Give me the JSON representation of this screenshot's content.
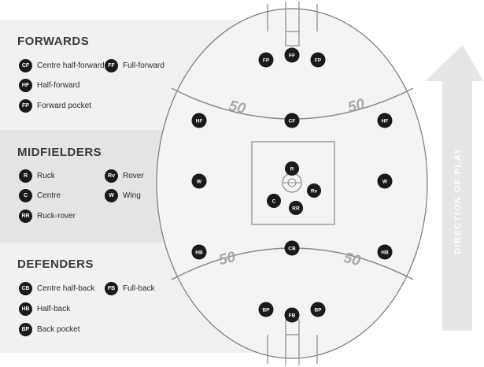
{
  "legend": {
    "forwards": {
      "title": "FORWARDS",
      "items": [
        {
          "code": "CF",
          "label": "Centre half-forward"
        },
        {
          "code": "FF",
          "label": "Full-forward"
        },
        {
          "code": "HF",
          "label": "Half-forward"
        },
        {
          "code": "FP",
          "label": "Forward pocket"
        }
      ]
    },
    "midfielders": {
      "title": "MIDFIELDERS",
      "items": [
        {
          "code": "R",
          "label": "Ruck"
        },
        {
          "code": "Rv",
          "label": "Rover"
        },
        {
          "code": "C",
          "label": "Centre"
        },
        {
          "code": "W",
          "label": "Wing"
        },
        {
          "code": "RR",
          "label": "Ruck-rover"
        }
      ]
    },
    "defenders": {
      "title": "DEFENDERS",
      "items": [
        {
          "code": "CB",
          "label": "Centre half-back"
        },
        {
          "code": "FB",
          "label": "Full-back"
        },
        {
          "code": "HB",
          "label": "Half-back"
        },
        {
          "code": "BP",
          "label": "Back pocket"
        }
      ]
    }
  },
  "field": {
    "arc_label": "50",
    "positions": {
      "ff": "FF",
      "fp": "FP",
      "hf": "HF",
      "cf": "CF",
      "w": "W",
      "r": "R",
      "rv": "Rv",
      "c": "C",
      "rr": "RR",
      "cb": "CB",
      "hb": "HB",
      "fb": "FB",
      "bp": "BP"
    }
  },
  "direction_label": "DIRECTION OF PLAY",
  "colors": {
    "field_fill": "#f4f4f4",
    "line": "#8a8a8a",
    "badge": "#1a1a1a",
    "band_light": "#f1f1f1",
    "band_dark": "#e4e4e4",
    "arrow": "#e6e6e6"
  }
}
